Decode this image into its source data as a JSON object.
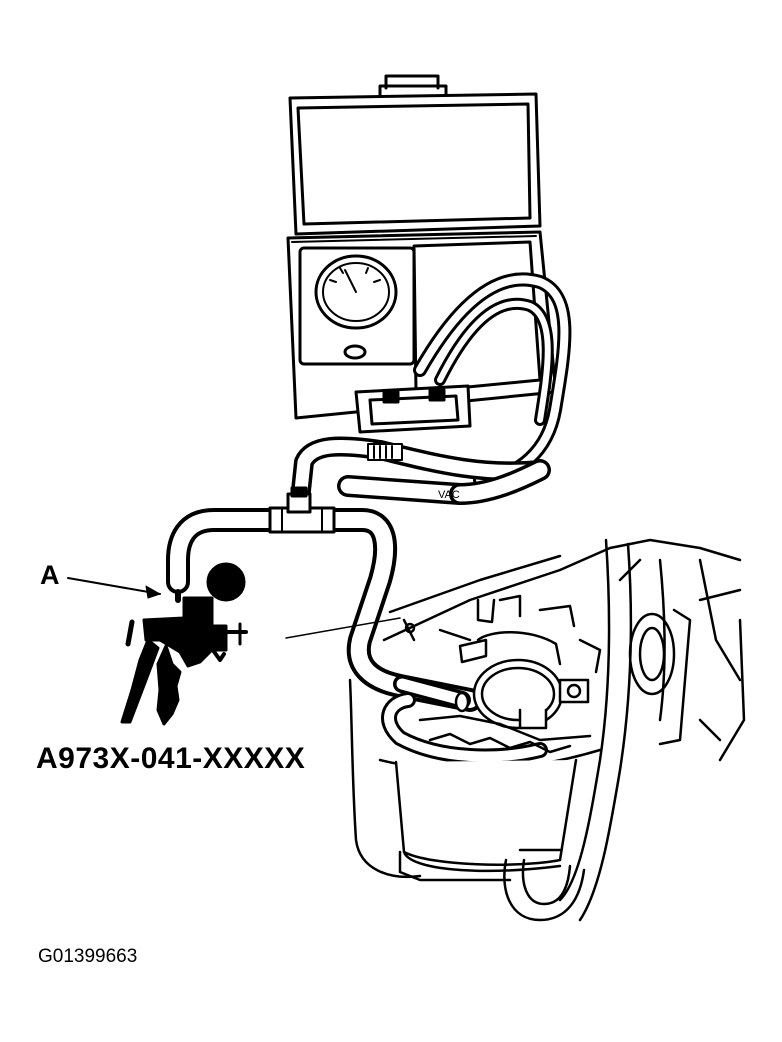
{
  "labels": {
    "callout": "A",
    "part_number": "A973X-041-XXXXX",
    "figure_id": "G01399663",
    "hose_tag": "VAC"
  },
  "colors": {
    "ink": "#000000",
    "paper": "#ffffff"
  },
  "icons": [
    "vacuum-gauge-kit-icon",
    "hand-vacuum-pump-icon",
    "evap-purge-valve-icon",
    "t-fitting-icon"
  ]
}
